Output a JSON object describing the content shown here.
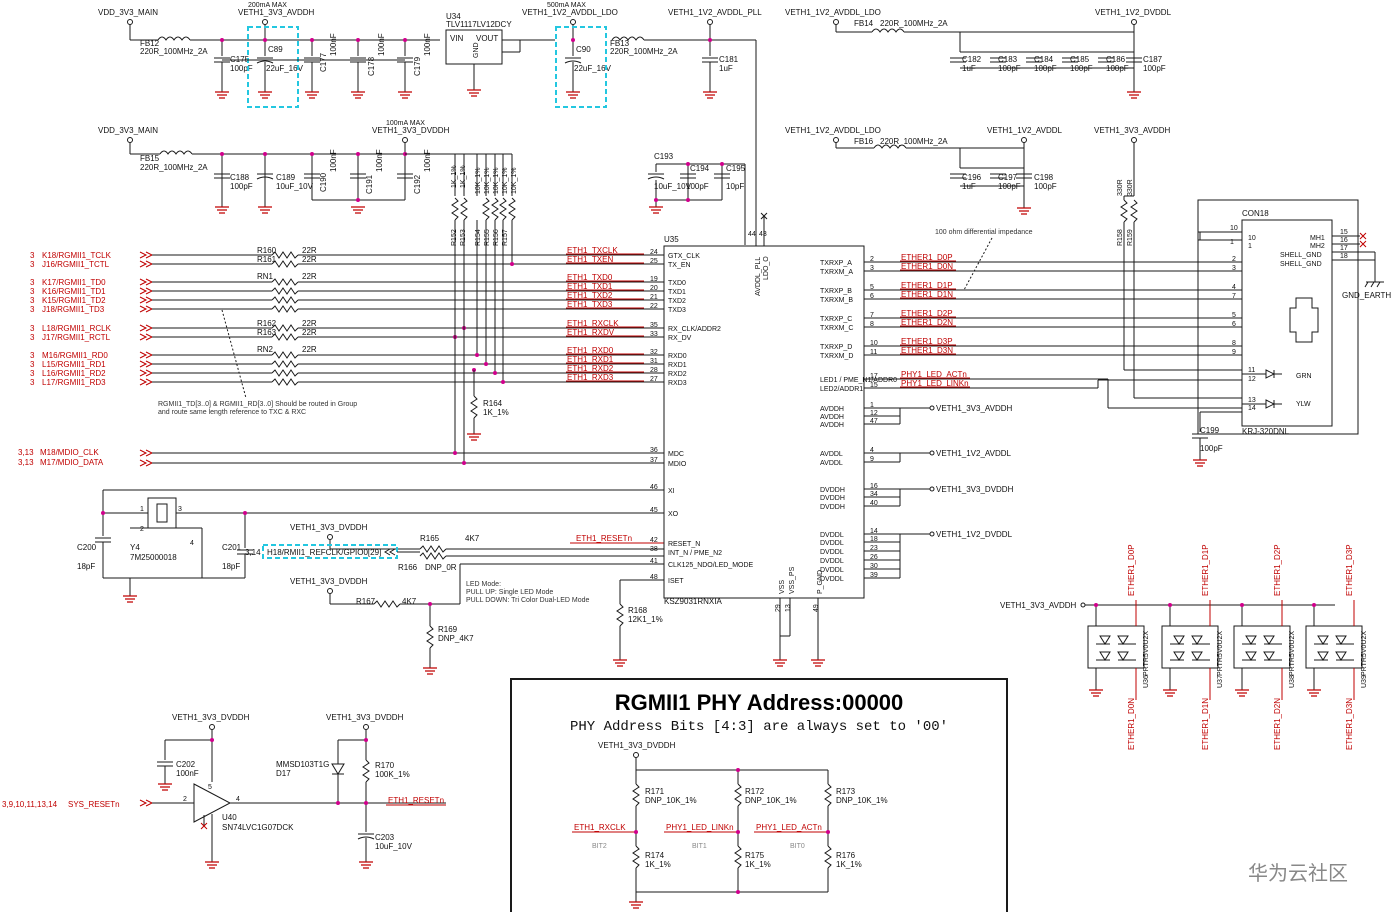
{
  "texts": {
    "vdd3v3_main_a": "VDD_3V3_MAIN",
    "veth1_3v3_avddh": "VETH1_3V3_AVDDH",
    "max200": "200mA MAX",
    "u34": "U34",
    "u34_part": "TLV1117LV12DCY",
    "vin": "VIN",
    "vout": "VOUT",
    "gnd": "GND",
    "veth1_1v2_avddl_ldo": "VETH1_1V2_AVDDL_LDO",
    "max500": "500mA MAX",
    "veth1_1v2_avddl_pll": "VETH1_1V2_AVDDL_PLL",
    "veth1_1v2_avddl_ldo_b": "VETH1_1V2_AVDDL_LDO",
    "veth1_1v2_dvddl": "VETH1_1V2_DVDDL",
    "fb12": "FB12",
    "fb12_val": "220R_100MHz_2A",
    "fb13": "FB13",
    "fb13_val": "220R_100MHz_2A",
    "fb14": "FB14",
    "fb14_val": "220R_100MHz_2A",
    "c175": "C175",
    "c175v": "100pF",
    "c89": "C89",
    "c89v": "22uF_16V",
    "c177": "C177",
    "c177v": "100nF",
    "c178": "C178",
    "c178v": "100nF",
    "c179": "C179",
    "c179v": "100nF",
    "c90": "C90",
    "c90v": "22uF_16V",
    "c181": "C181",
    "c181v": "1uF",
    "c182": "C182",
    "c182v": "1uF",
    "c183": "C183",
    "c183v": "100pF",
    "c184": "C184",
    "c184v": "100pF",
    "c185": "C185",
    "c185v": "100pF",
    "c186": "C186",
    "c186v": "100pF",
    "c187": "C187",
    "c187v": "100pF",
    "vdd3v3_main_b": "VDD_3V3_MAIN",
    "max100": "100mA MAX",
    "veth1_3v3_dvddh": "VETH1_3V3_DVDDH",
    "fb15": "FB15",
    "fb15_val": "220R_100MHz_2A",
    "c188": "C188",
    "c188v": "100pF",
    "c189": "C189",
    "c189v": "10uF_10V",
    "c190": "C190",
    "c190v": "100nF",
    "c191": "C191",
    "c191v": "100nF",
    "c192": "C192",
    "c192v": "100nF",
    "c193": "C193",
    "c193v": "10uF_10V",
    "c194": "C194",
    "c194v": "100pF",
    "c195": "C195",
    "c195v": "10pF",
    "veth1_1v2_avddl_ldo_c": "VETH1_1V2_AVDDL_LDO",
    "veth1_1v2_avddl": "VETH1_1V2_AVDDL",
    "veth1_3v3_avddh_b": "VETH1_3V3_AVDDH",
    "fb16": "FB16",
    "fb16_val": "220R_100MHz_2A",
    "c196": "C196",
    "c196v": "1uF",
    "c197": "C197",
    "c197v": "100pF",
    "c198": "C198",
    "c198v": "100pF",
    "diff_note": "100 ohm differential impedance",
    "r_pullups": [
      "1K_1%",
      "1K_1%",
      "10K_1%",
      "10K_1%",
      "10K_1%",
      "10K_1%",
      "10K_1%"
    ],
    "r_pullup_names": [
      "R152",
      "R153",
      "R154",
      "R155",
      "R156",
      "R157"
    ],
    "r158": "R158",
    "r159": "R159",
    "r330": "330R",
    "r330b": "330R",
    "con18": "CON18",
    "u35": "U35",
    "u35_part": "KSZ9031RNXIA",
    "rj_part": "KRJ-320DNL",
    "gnd_earth": "GND_EARTH",
    "shell_gnd": "SHELL_GND",
    "mh1": "MH1",
    "mh2": "MH2",
    "grn": "GRN",
    "ylw": "YLW",
    "c199": "C199",
    "c199v": "100pF",
    "left_nets": [
      {
        "ref": "3",
        "name": "K18/RGMII1_TCLK"
      },
      {
        "ref": "3",
        "name": "J16/RGMII1_TCTL"
      },
      {
        "ref": "3",
        "name": "K17/RGMII1_TD0"
      },
      {
        "ref": "3",
        "name": "K16/RGMII1_TD1"
      },
      {
        "ref": "3",
        "name": "K15/RGMII1_TD2"
      },
      {
        "ref": "3",
        "name": "J18/RGMII1_TD3"
      },
      {
        "ref": "3",
        "name": "L18/RGMII1_RCLK"
      },
      {
        "ref": "3",
        "name": "J17/RGMII1_RCTL"
      },
      {
        "ref": "3",
        "name": "M16/RGMII1_RD0"
      },
      {
        "ref": "3",
        "name": "L15/RGMII1_RD1"
      },
      {
        "ref": "3",
        "name": "L16/RGMII1_RD2"
      },
      {
        "ref": "3",
        "name": "L17/RGMII1_RD3"
      }
    ],
    "r160": "R160",
    "r161": "R161",
    "rn1": "RN1",
    "r162": "R162",
    "r163": "R163",
    "rn2": "RN2",
    "r22": "22R",
    "eth_nets": [
      "ETH1_TXCLK",
      "ETH1_TXEN",
      "ETH1_TXD0",
      "ETH1_TXD1",
      "ETH1_TXD2",
      "ETH1_TXD3",
      "ETH1_RXCLK",
      "ETH1_RXDV",
      "ETH1_RXD0",
      "ETH1_RXD1",
      "ETH1_RXD2",
      "ETH1_RXD3"
    ],
    "left_pins": [
      {
        "num": "24",
        "name": "GTX_CLK"
      },
      {
        "num": "25",
        "name": "TX_EN"
      },
      {
        "num": "19",
        "name": "TXD0"
      },
      {
        "num": "20",
        "name": "TXD1"
      },
      {
        "num": "21",
        "name": "TXD2"
      },
      {
        "num": "22",
        "name": "TXD3"
      },
      {
        "num": "35",
        "name": "RX_CLK/ADDR2"
      },
      {
        "num": "33",
        "name": "RX_DV"
      },
      {
        "num": "32",
        "name": "RXD0"
      },
      {
        "num": "31",
        "name": "RXD1"
      },
      {
        "num": "28",
        "name": "RXD2"
      },
      {
        "num": "27",
        "name": "RXD3"
      },
      {
        "num": "36",
        "name": "MDC"
      },
      {
        "num": "37",
        "name": "MDIO"
      },
      {
        "num": "46",
        "name": "XI"
      },
      {
        "num": "45",
        "name": "XO"
      },
      {
        "num": "42",
        "name": "RESET_N"
      },
      {
        "num": "38",
        "name": "INT_N / PME_N2"
      },
      {
        "num": "41",
        "name": "CLK125_NDO/LED_MODE"
      },
      {
        "num": "48",
        "name": "ISET"
      }
    ],
    "right_pins": [
      {
        "num": "2",
        "name": "TXRXP_A"
      },
      {
        "num": "3",
        "name": "TXRXM_A"
      },
      {
        "num": "5",
        "name": "TXRXP_B"
      },
      {
        "num": "6",
        "name": "TXRXM_B"
      },
      {
        "num": "7",
        "name": "TXRXP_C"
      },
      {
        "num": "8",
        "name": "TXRXM_C"
      },
      {
        "num": "10",
        "name": "TXRXP_D"
      },
      {
        "num": "11",
        "name": "TXRXM_D"
      },
      {
        "num": "17",
        "name": "LED1 / PME_N1/ADDR0"
      },
      {
        "num": "15",
        "name": "LED2/ADDR1"
      },
      {
        "num": "1",
        "name": "AVDDH"
      },
      {
        "num": "12",
        "name": "AVDDH"
      },
      {
        "num": "47",
        "name": "AVDDH"
      },
      {
        "num": "4",
        "name": "AVDDL"
      },
      {
        "num": "9",
        "name": "AVDDL"
      },
      {
        "num": "16",
        "name": "DVDDH"
      },
      {
        "num": "34",
        "name": "DVDDH"
      },
      {
        "num": "40",
        "name": "DVDDH"
      },
      {
        "num": "14",
        "name": "DVDDL"
      },
      {
        "num": "18",
        "name": "DVDDL"
      },
      {
        "num": "23",
        "name": "DVDDL"
      },
      {
        "num": "26",
        "name": "DVDDL"
      },
      {
        "num": "30",
        "name": "DVDDL"
      },
      {
        "num": "39",
        "name": "DVDDL"
      }
    ],
    "top_pins": [
      {
        "num": "44",
        "name": "AVDDL_PLL"
      },
      {
        "num": "43",
        "name": "LDO_O"
      }
    ],
    "bottom_pins": [
      {
        "num": "29",
        "name": "VSS"
      },
      {
        "num": "13",
        "name": "VSS_PS"
      },
      {
        "num": "49",
        "name": "P_GND"
      }
    ],
    "ether_nets": [
      "ETHER1_D0P",
      "ETHER1_D0N",
      "ETHER1_D1P",
      "ETHER1_D1N",
      "ETHER1_D2P",
      "ETHER1_D2N",
      "ETHER1_D3P",
      "ETHER1_D3N"
    ],
    "phy_leds": [
      "PHY1_LED_ACTn",
      "PHY1_LED_LINKn"
    ],
    "rail_avddh": "VETH1_3V3_AVDDH",
    "rail_avddl": "VETH1_1V2_AVDDL",
    "rail_dvddh": "VETH1_3V3_DVDDH",
    "rail_dvddl": "VETH1_1V2_DVDDL",
    "rgmii_note1": "RGMII1_TD[3..0] & RGMII1_RD[3..0] Should be routed in Group",
    "rgmii_note2": "and route same length reference to TXC & RXC",
    "r164": "R164",
    "r164v": "1K_1%",
    "mdio_ref": "3,13",
    "mdio_clk": "M18/MDIO_CLK",
    "mdio_data": "M17/MDIO_DATA",
    "y4": "Y4",
    "y4_part": "7M25000018",
    "c200": "C200",
    "c200v": "18pF",
    "c201": "C201",
    "c201v": "18pF",
    "veth_dvddh_a": "VETH1_3V3_DVDDH",
    "r165": "R165",
    "r165v": "4K7",
    "r166": "R166",
    "r166v": "DNP_0R",
    "eth1_resetn": "ETH1_RESETn",
    "refclk_ref": "3,14",
    "refclk_net": "H18/RMII1_REFCLK/GPIO0[29]",
    "veth_dvddh_b": "VETH1_3V3_DVDDH",
    "r167": "R167",
    "r167v": "4K7",
    "r169": "R169",
    "r169v": "DNP_4K7",
    "led_mode1": "LED Mode:",
    "led_mode2": "PULL UP: Single LED Mode",
    "led_mode3": "PULL DOWN: Tri Color Dual-LED Mode",
    "r168": "R168",
    "r168v": "12K1_1%",
    "veth_dvddh_c": "VETH1_3V3_AVDDH",
    "tvs_parts": [
      {
        "ref": "U36",
        "part": "PRTR5V0U2X"
      },
      {
        "ref": "U37",
        "part": "PRTR5V0U2X"
      },
      {
        "ref": "U38",
        "part": "PRTR5V0U2X"
      },
      {
        "ref": "U39",
        "part": "PRTR5V0U2X"
      }
    ],
    "box_title": "RGMII1 PHY Address:00000",
    "box_sub": "PHY Address Bits [4:3] are always set to '00'",
    "box_rail": "VETH1_3V3_DVDDH",
    "box_nets": [
      "ETH1_RXCLK",
      "PHY1_LED_LINKn",
      "PHY1_LED_ACTn"
    ],
    "box_bits": [
      "BIT2",
      "BIT1",
      "BIT0"
    ],
    "r171": "R171",
    "r172": "R172",
    "r173": "R173",
    "r_dnp": "DNP_10K_1%",
    "r174": "R174",
    "r175": "R175",
    "r176": "R176",
    "r1k": "1K_1%",
    "veth_dvddh_d": "VETH1_3V3_DVDDH",
    "veth_dvddh_e": "VETH1_3V3_DVDDH",
    "c202": "C202",
    "c202v": "100nF",
    "u40": "U40",
    "u40_part": "SN74LVC1G07DCK",
    "d17_part": "MMSD103T1G",
    "d17": "D17",
    "r170": "R170",
    "r170v": "100K_1%",
    "c203": "C203",
    "c203v": "10uF_10V",
    "sysreset_ref": "3,9,10,11,13,14",
    "sysreset_net": "SYS_RESETn",
    "eth1_resetn_b": "ETH1_RESETn",
    "watermark": "华为云社区"
  }
}
